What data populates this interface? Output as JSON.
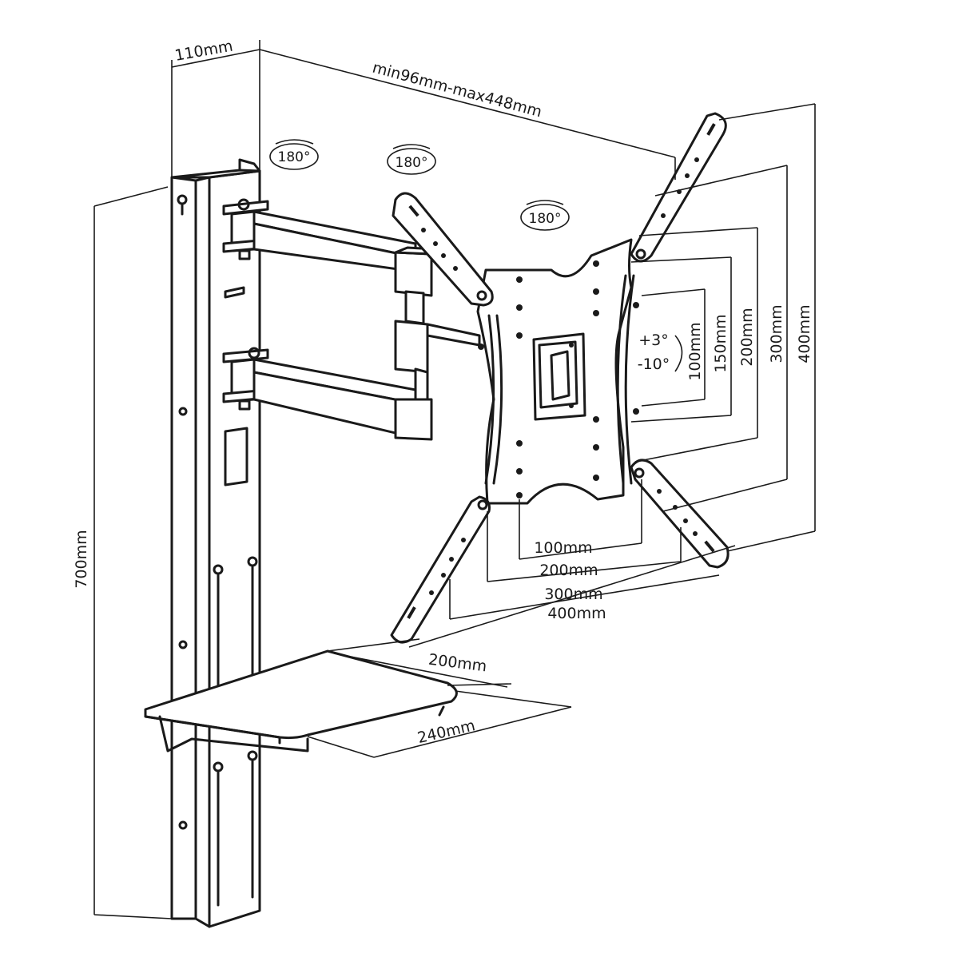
{
  "dimensions": {
    "wall_depth": "110mm",
    "arm_extension": "min96mm-max448mm",
    "height": "700mm",
    "shelf_depth": "200mm",
    "shelf_width": "240mm",
    "vesa_horizontal": [
      "100mm",
      "200mm",
      "300mm",
      "400mm"
    ],
    "vesa_vertical": [
      "100mm",
      "150mm",
      "200mm",
      "300mm",
      "400mm"
    ]
  },
  "rotations": {
    "swivel_1": "180°",
    "swivel_2": "180°",
    "rotation": "180°"
  },
  "tilt": {
    "up": "+3°",
    "down": "-10°"
  }
}
